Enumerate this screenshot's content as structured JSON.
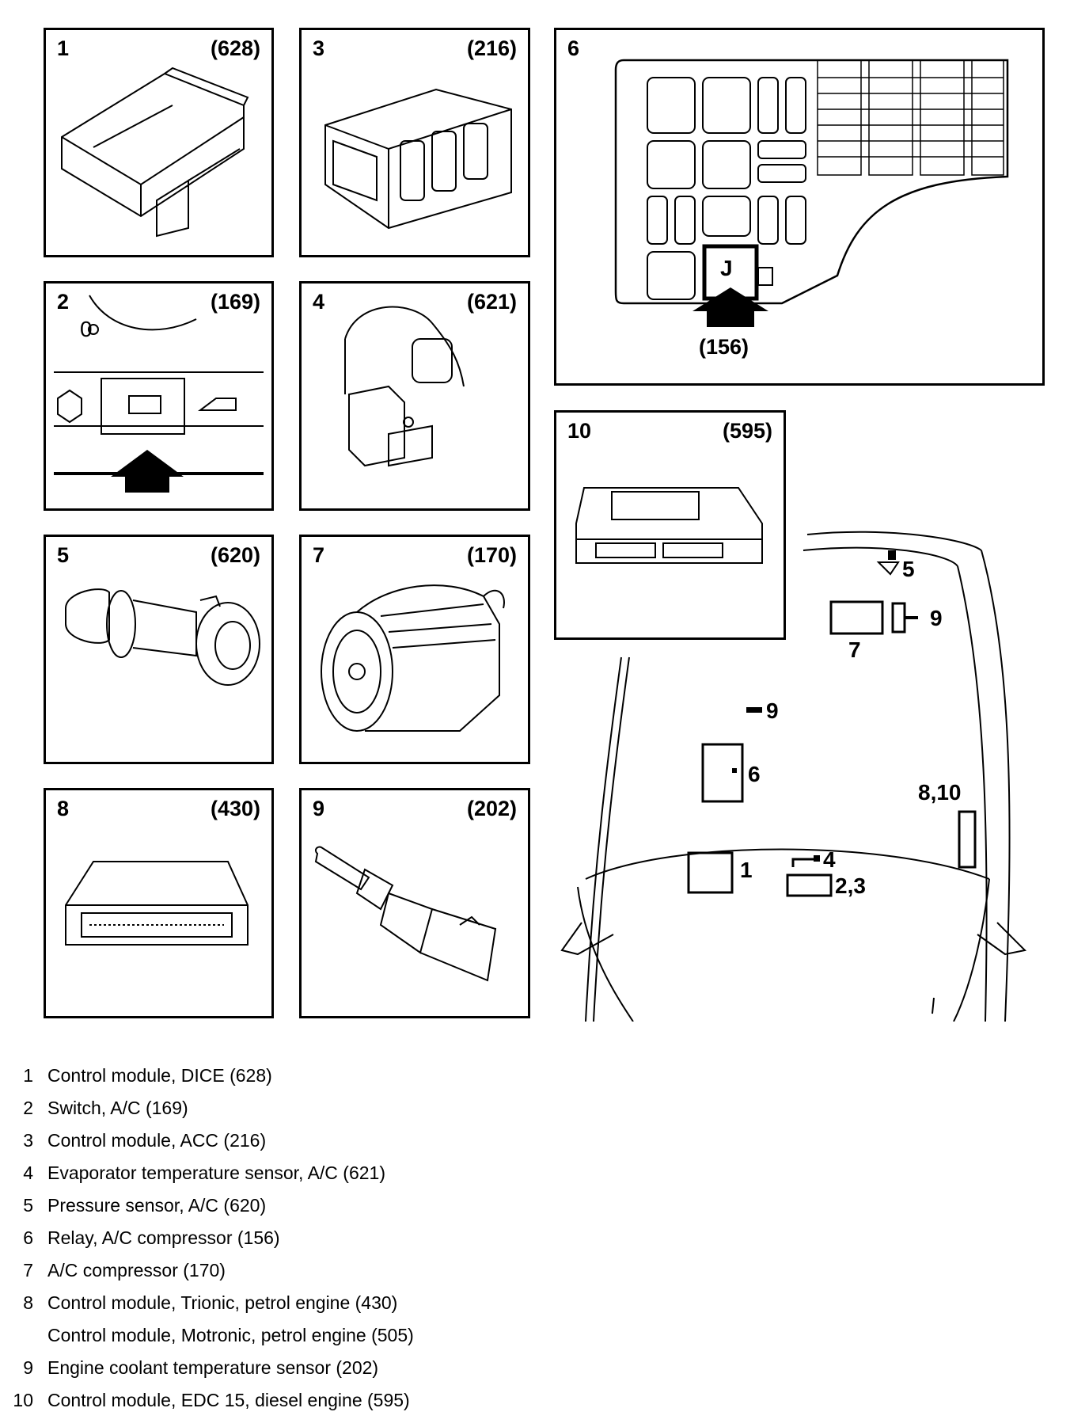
{
  "panels": [
    {
      "number": "1",
      "code": "(628)"
    },
    {
      "number": "3",
      "code": "(216)"
    },
    {
      "number": "6",
      "code": ""
    },
    {
      "number": "2",
      "code": "(169)"
    },
    {
      "number": "4",
      "code": "(621)"
    },
    {
      "number": "5",
      "code": "(620)"
    },
    {
      "number": "7",
      "code": "(170)"
    },
    {
      "number": "10",
      "code": "(595)"
    },
    {
      "number": "8",
      "code": "(430)"
    },
    {
      "number": "9",
      "code": "(202)"
    }
  ],
  "relay_box": {
    "relay_letter": "J",
    "arrow_code": "(156)"
  },
  "switch_panel": {
    "dial_zero": "0"
  },
  "car_labels": {
    "l5": "5",
    "l9_top": "9",
    "l7": "7",
    "l9_mid": "9",
    "l6": "6",
    "l810": "8,10",
    "l1": "1",
    "l4": "4",
    "l23": "2,3"
  },
  "legend": [
    {
      "num": "1",
      "text": "Control module, DICE (628)"
    },
    {
      "num": "2",
      "text": "Switch, A/C (169)"
    },
    {
      "num": "3",
      "text": "Control module, ACC (216)"
    },
    {
      "num": "4",
      "text": "Evaporator temperature sensor, A/C (621)"
    },
    {
      "num": "5",
      "text": "Pressure sensor, A/C (620)"
    },
    {
      "num": "6",
      "text": "Relay, A/C compressor (156)"
    },
    {
      "num": "7",
      "text": "A/C compressor (170)"
    },
    {
      "num": "8",
      "text": "Control module, Trionic, petrol engine (430)"
    },
    {
      "num": "",
      "text": "Control module, Motronic, petrol engine (505)"
    },
    {
      "num": "9",
      "text": "Engine coolant temperature sensor (202)"
    },
    {
      "num": "10",
      "text": "Control module, EDC 15, diesel engine (595)"
    }
  ]
}
